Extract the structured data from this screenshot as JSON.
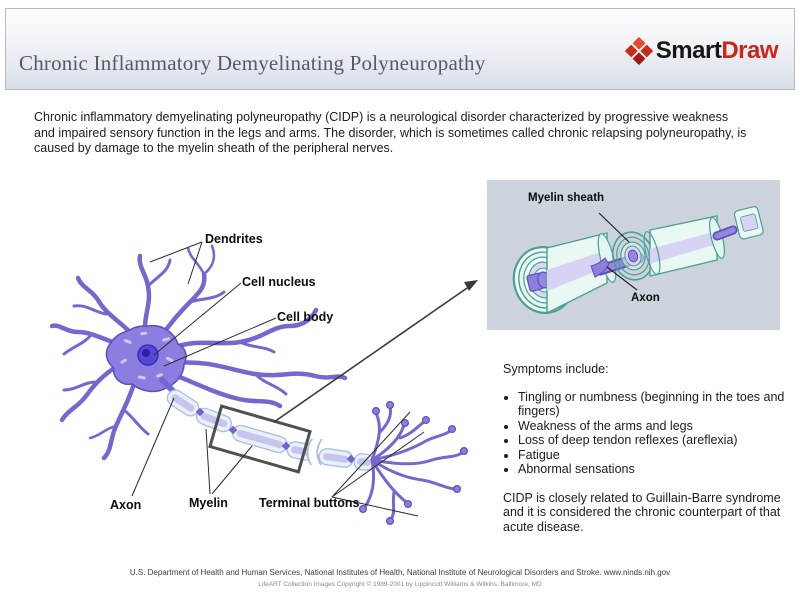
{
  "header": {
    "title": "Chronic Inflammatory Demyelinating Polyneuropathy",
    "logo_smart": "Smart",
    "logo_draw": "Draw"
  },
  "intro_text": "Chronic inflammatory demyelinating polyneuropathy (CIDP) is a neurological disorder characterized by progressive weakness and impaired sensory function in the legs and arms. The disorder, which is sometimes called chronic relapsing polyneuropathy, is caused by damage to the myelin sheath of the peripheral nerves.",
  "inset_labels": {
    "myelin_sheath": "Myelin sheath",
    "axon": "Axon"
  },
  "neuron_labels": {
    "dendrites": "Dendrites",
    "cell_nucleus": "Cell nucleus",
    "cell_body": "Cell body",
    "axon": "Axon",
    "myelin": "Myelin",
    "terminal_buttons": "Terminal buttons"
  },
  "symptoms": {
    "heading": "Symptoms include:",
    "items": [
      "Tingling or numbness (beginning in the toes and fingers)",
      "Weakness of the arms and legs",
      "Loss of deep tendon reflexes (areflexia)",
      "Fatigue",
      "Abnormal sensations"
    ],
    "note": "CIDP is closely related to Guillain-Barre syndrome and it is considered the chronic counterpart of that acute disease."
  },
  "footer": {
    "line1": "U.S. Department of Health and Human Services, National Institutes of Health, National Institute of Neurological Disorders and Stroke. www.ninds.nih.gov",
    "line2": "LifeART Collection Images Copyright © 1989-2001 by Lippincott Williams & Wilkins, Baltimore, MD"
  },
  "colors": {
    "logo_red": "#cf2518",
    "neuron_purple": "#7468d0",
    "myelin_fill": "#e7f2fa",
    "inset_background": "#ccd3dc"
  }
}
